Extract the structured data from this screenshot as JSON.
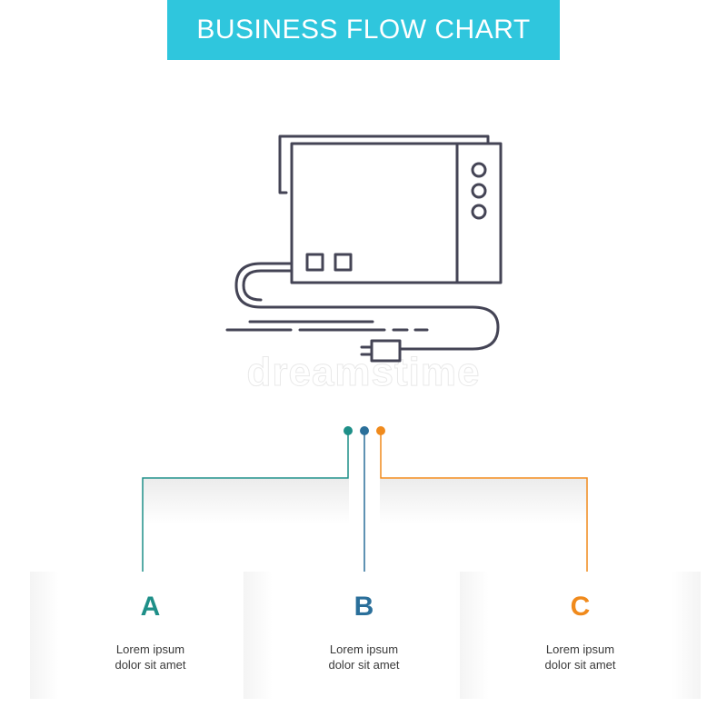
{
  "header": {
    "title": "BUSINESS FLOW CHART"
  },
  "watermark": {
    "text": "dreamstime"
  },
  "colors": {
    "banner": "#2fc6dd",
    "a": "#1e8f88",
    "b": "#2a6f9a",
    "c": "#f08a1c",
    "icon_stroke": "#444455"
  },
  "icon": {
    "name": "drawing-tablet-icon"
  },
  "steps": [
    {
      "letter": "A",
      "line1": "Lorem ipsum",
      "line2": "dolor sit amet"
    },
    {
      "letter": "B",
      "line1": "Lorem ipsum",
      "line2": "dolor sit amet"
    },
    {
      "letter": "C",
      "line1": "Lorem ipsum",
      "line2": "dolor sit amet"
    }
  ]
}
